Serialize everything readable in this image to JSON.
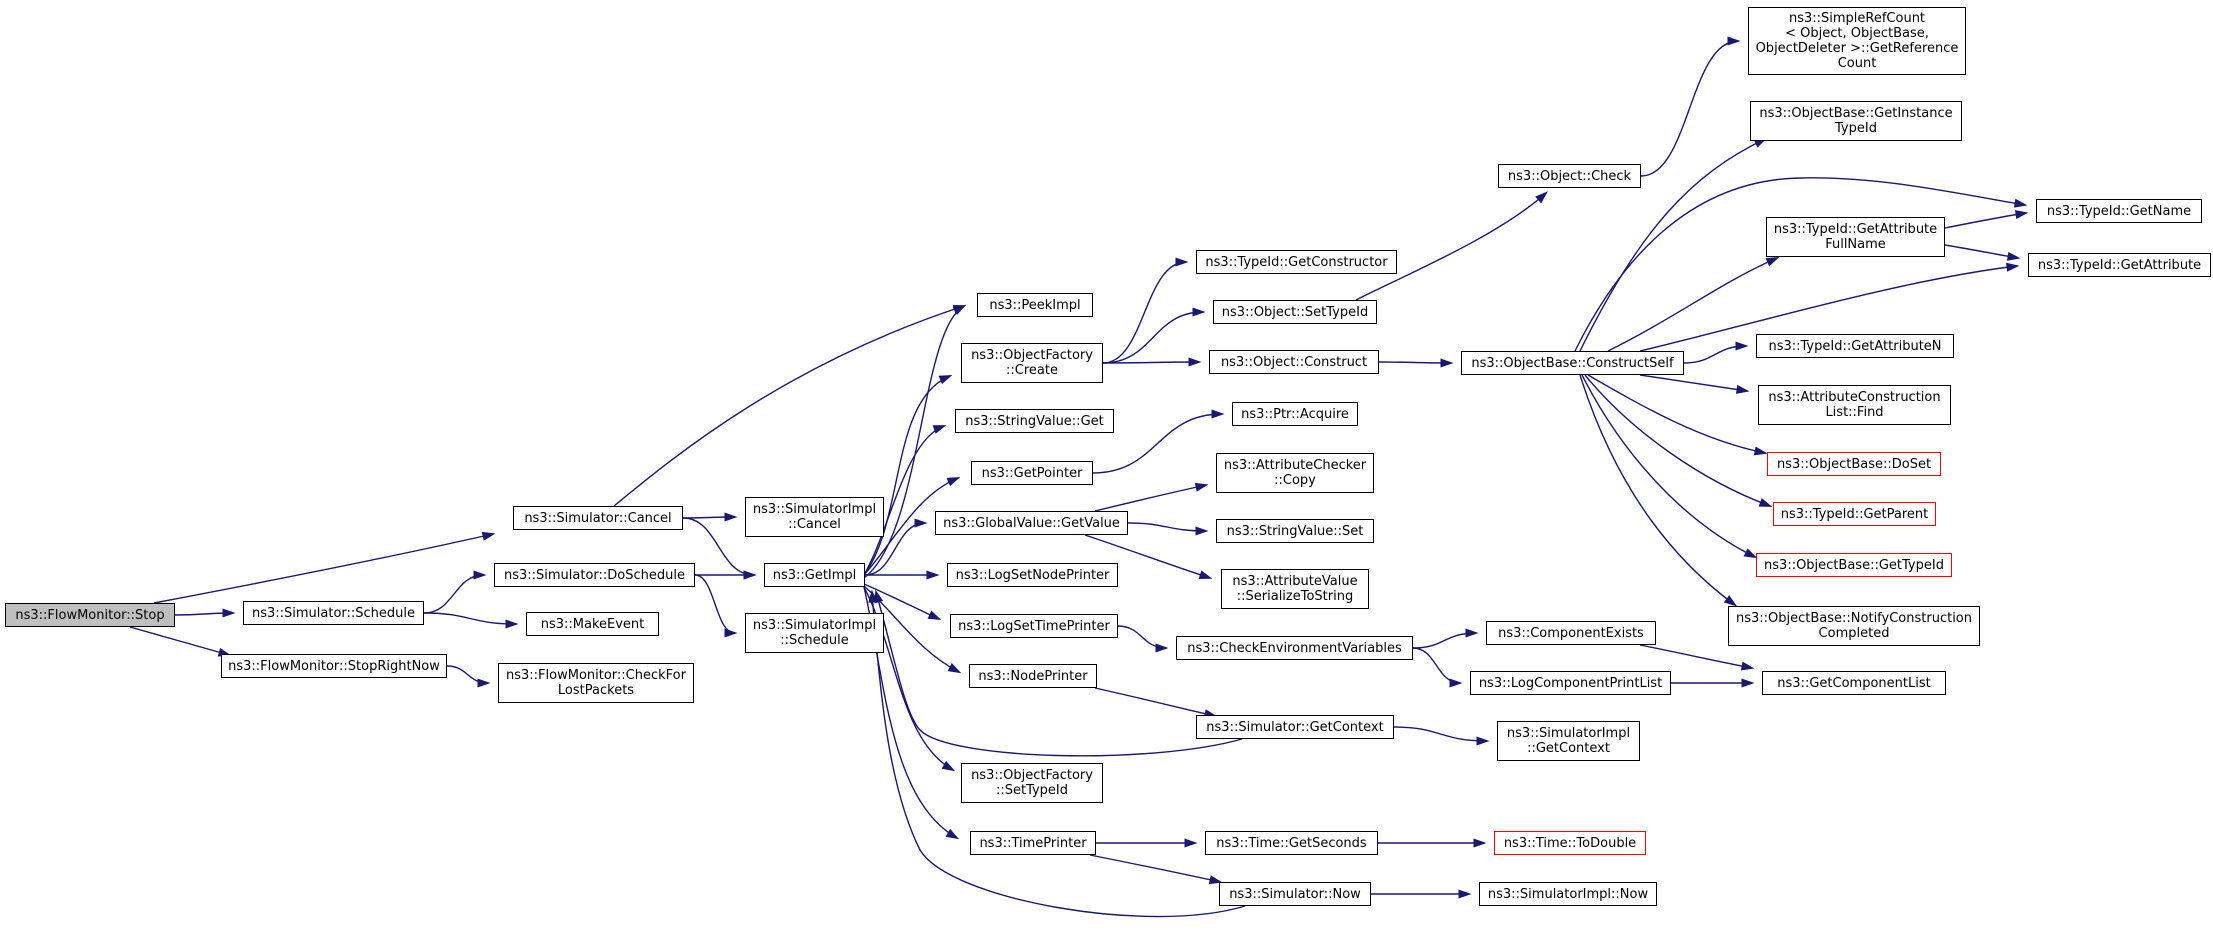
{
  "graph": {
    "title": "",
    "colors": {
      "edge": "#191970",
      "root_fill": "#bfbfbf",
      "node_border": "#000000",
      "incomplete_border": "#ff0000"
    },
    "nodes": [
      {
        "id": "flowmonitor-stop",
        "lines": [
          "ns3::FlowMonitor::Stop"
        ],
        "root": true
      },
      {
        "id": "simulator-cancel",
        "lines": [
          "ns3::Simulator::Cancel"
        ]
      },
      {
        "id": "simulator-schedule",
        "lines": [
          "ns3::Simulator::Schedule"
        ]
      },
      {
        "id": "flowmonitor-stoprightnow",
        "lines": [
          "ns3::FlowMonitor::StopRightNow"
        ]
      },
      {
        "id": "simulator-doschedule",
        "lines": [
          "ns3::Simulator::DoSchedule"
        ]
      },
      {
        "id": "makeevent",
        "lines": [
          "ns3::MakeEvent"
        ]
      },
      {
        "id": "flowmonitor-checkforlostpackets",
        "lines": [
          "ns3::FlowMonitor::CheckFor",
          "LostPackets"
        ]
      },
      {
        "id": "simulatorimpl-cancel",
        "lines": [
          "ns3::SimulatorImpl",
          "::Cancel"
        ]
      },
      {
        "id": "getimpl",
        "lines": [
          "ns3::GetImpl"
        ]
      },
      {
        "id": "simulatorimpl-schedule",
        "lines": [
          "ns3::SimulatorImpl",
          "::Schedule"
        ]
      },
      {
        "id": "peekimpl",
        "lines": [
          "ns3::PeekImpl"
        ]
      },
      {
        "id": "objectfactory-create",
        "lines": [
          "ns3::ObjectFactory",
          "::Create"
        ]
      },
      {
        "id": "stringvalue-get",
        "lines": [
          "ns3::StringValue::Get"
        ]
      },
      {
        "id": "getpointer",
        "lines": [
          "ns3::GetPointer"
        ]
      },
      {
        "id": "globalvalue-getvalue",
        "lines": [
          "ns3::GlobalValue::GetValue"
        ]
      },
      {
        "id": "logsetnodeprinter",
        "lines": [
          "ns3::LogSetNodePrinter"
        ]
      },
      {
        "id": "logsettimeprinter",
        "lines": [
          "ns3::LogSetTimePrinter"
        ]
      },
      {
        "id": "nodeprinter",
        "lines": [
          "ns3::NodePrinter"
        ]
      },
      {
        "id": "objectfactory-settypeid",
        "lines": [
          "ns3::ObjectFactory",
          "::SetTypeId"
        ]
      },
      {
        "id": "timeprinter",
        "lines": [
          "ns3::TimePrinter"
        ]
      },
      {
        "id": "typeid-getconstructor",
        "lines": [
          "ns3::TypeId::GetConstructor"
        ]
      },
      {
        "id": "object-settypeid",
        "lines": [
          "ns3::Object::SetTypeId"
        ]
      },
      {
        "id": "object-construct",
        "lines": [
          "ns3::Object::Construct"
        ]
      },
      {
        "id": "ptr-acquire",
        "lines": [
          "ns3::Ptr::Acquire"
        ]
      },
      {
        "id": "attributechecker-copy",
        "lines": [
          "ns3::AttributeChecker",
          "::Copy"
        ]
      },
      {
        "id": "stringvalue-set",
        "lines": [
          "ns3::StringValue::Set"
        ]
      },
      {
        "id": "attributevalue-serializetostring",
        "lines": [
          "ns3::AttributeValue",
          "::SerializeToString"
        ]
      },
      {
        "id": "checkenvironmentvariables",
        "lines": [
          "ns3::CheckEnvironmentVariables"
        ]
      },
      {
        "id": "simulator-getcontext",
        "lines": [
          "ns3::Simulator::GetContext"
        ]
      },
      {
        "id": "time-getseconds",
        "lines": [
          "ns3::Time::GetSeconds"
        ]
      },
      {
        "id": "simulator-now",
        "lines": [
          "ns3::Simulator::Now"
        ]
      },
      {
        "id": "object-check",
        "lines": [
          "ns3::Object::Check"
        ]
      },
      {
        "id": "objectbase-constructself",
        "lines": [
          "ns3::ObjectBase::ConstructSelf"
        ]
      },
      {
        "id": "componentexists",
        "lines": [
          "ns3::ComponentExists"
        ]
      },
      {
        "id": "logcomponentprintlist",
        "lines": [
          "ns3::LogComponentPrintList"
        ]
      },
      {
        "id": "simulatorimpl-getcontext",
        "lines": [
          "ns3::SimulatorImpl",
          "::GetContext"
        ]
      },
      {
        "id": "time-todouble",
        "lines": [
          "ns3::Time::ToDouble"
        ],
        "incomplete": true
      },
      {
        "id": "simulatorimpl-now",
        "lines": [
          "ns3::SimulatorImpl::Now"
        ]
      },
      {
        "id": "simplerefcount-getreferencecount",
        "lines": [
          "ns3::SimpleRefCount",
          "< Object, ObjectBase,",
          "ObjectDeleter >::GetReference",
          "Count"
        ]
      },
      {
        "id": "objectbase-getinstancetypeid",
        "lines": [
          "ns3::ObjectBase::GetInstance",
          "TypeId"
        ]
      },
      {
        "id": "typeid-getattributefullname",
        "lines": [
          "ns3::TypeId::GetAttribute",
          "FullName"
        ]
      },
      {
        "id": "typeid-getname",
        "lines": [
          "ns3::TypeId::GetName"
        ]
      },
      {
        "id": "typeid-getattribute",
        "lines": [
          "ns3::TypeId::GetAttribute"
        ]
      },
      {
        "id": "typeid-getattributen",
        "lines": [
          "ns3::TypeId::GetAttributeN"
        ]
      },
      {
        "id": "attributeconstructionlist-find",
        "lines": [
          "ns3::AttributeConstruction",
          "List::Find"
        ]
      },
      {
        "id": "objectbase-doset",
        "lines": [
          "ns3::ObjectBase::DoSet"
        ],
        "incomplete": true
      },
      {
        "id": "typeid-getparent",
        "lines": [
          "ns3::TypeId::GetParent"
        ],
        "incomplete": true
      },
      {
        "id": "objectbase-gettypeid",
        "lines": [
          "ns3::ObjectBase::GetTypeId"
        ],
        "incomplete": true
      },
      {
        "id": "objectbase-notifyconstructioncompleted",
        "lines": [
          "ns3::ObjectBase::NotifyConstruction",
          "Completed"
        ]
      },
      {
        "id": "getcomponentlist",
        "lines": [
          "ns3::GetComponentList"
        ]
      }
    ],
    "edges": [
      [
        "flowmonitor-stop",
        "simulator-cancel"
      ],
      [
        "flowmonitor-stop",
        "simulator-schedule"
      ],
      [
        "flowmonitor-stop",
        "flowmonitor-stoprightnow"
      ],
      [
        "simulator-cancel",
        "peekimpl"
      ],
      [
        "simulator-cancel",
        "simulatorimpl-cancel"
      ],
      [
        "simulator-cancel",
        "getimpl"
      ],
      [
        "simulator-schedule",
        "simulator-doschedule"
      ],
      [
        "simulator-schedule",
        "makeevent"
      ],
      [
        "flowmonitor-stoprightnow",
        "flowmonitor-checkforlostpackets"
      ],
      [
        "simulator-doschedule",
        "getimpl"
      ],
      [
        "simulator-doschedule",
        "simulatorimpl-schedule"
      ],
      [
        "getimpl",
        "peekimpl"
      ],
      [
        "getimpl",
        "objectfactory-create"
      ],
      [
        "getimpl",
        "stringvalue-get"
      ],
      [
        "getimpl",
        "getpointer"
      ],
      [
        "getimpl",
        "globalvalue-getvalue"
      ],
      [
        "getimpl",
        "logsetnodeprinter"
      ],
      [
        "getimpl",
        "logsettimeprinter"
      ],
      [
        "getimpl",
        "nodeprinter"
      ],
      [
        "getimpl",
        "objectfactory-settypeid"
      ],
      [
        "getimpl",
        "timeprinter"
      ],
      [
        "objectfactory-create",
        "typeid-getconstructor"
      ],
      [
        "objectfactory-create",
        "object-settypeid"
      ],
      [
        "objectfactory-create",
        "object-construct"
      ],
      [
        "getpointer",
        "ptr-acquire"
      ],
      [
        "globalvalue-getvalue",
        "attributechecker-copy"
      ],
      [
        "globalvalue-getvalue",
        "stringvalue-set"
      ],
      [
        "globalvalue-getvalue",
        "attributevalue-serializetostring"
      ],
      [
        "logsettimeprinter",
        "checkenvironmentvariables"
      ],
      [
        "nodeprinter",
        "simulator-getcontext"
      ],
      [
        "timeprinter",
        "time-getseconds"
      ],
      [
        "timeprinter",
        "simulator-now"
      ],
      [
        "simulator-getcontext",
        "getimpl"
      ],
      [
        "simulator-now",
        "getimpl"
      ],
      [
        "object-settypeid",
        "object-check"
      ],
      [
        "object-construct",
        "objectbase-constructself"
      ],
      [
        "checkenvironmentvariables",
        "componentexists"
      ],
      [
        "checkenvironmentvariables",
        "logcomponentprintlist"
      ],
      [
        "simulator-getcontext",
        "simulatorimpl-getcontext"
      ],
      [
        "time-getseconds",
        "time-todouble"
      ],
      [
        "simulator-now",
        "simulatorimpl-now"
      ],
      [
        "object-check",
        "simplerefcount-getreferencecount"
      ],
      [
        "objectbase-constructself",
        "objectbase-getinstancetypeid"
      ],
      [
        "objectbase-constructself",
        "typeid-getname"
      ],
      [
        "objectbase-constructself",
        "typeid-getattributefullname"
      ],
      [
        "objectbase-constructself",
        "typeid-getattribute"
      ],
      [
        "objectbase-constructself",
        "typeid-getattributen"
      ],
      [
        "objectbase-constructself",
        "attributeconstructionlist-find"
      ],
      [
        "objectbase-constructself",
        "objectbase-doset"
      ],
      [
        "objectbase-constructself",
        "typeid-getparent"
      ],
      [
        "objectbase-constructself",
        "objectbase-gettypeid"
      ],
      [
        "objectbase-constructself",
        "objectbase-notifyconstructioncompleted"
      ],
      [
        "typeid-getattributefullname",
        "typeid-getname"
      ],
      [
        "typeid-getattributefullname",
        "typeid-getattribute"
      ],
      [
        "componentexists",
        "getcomponentlist"
      ],
      [
        "logcomponentprintlist",
        "getcomponentlist"
      ]
    ]
  }
}
